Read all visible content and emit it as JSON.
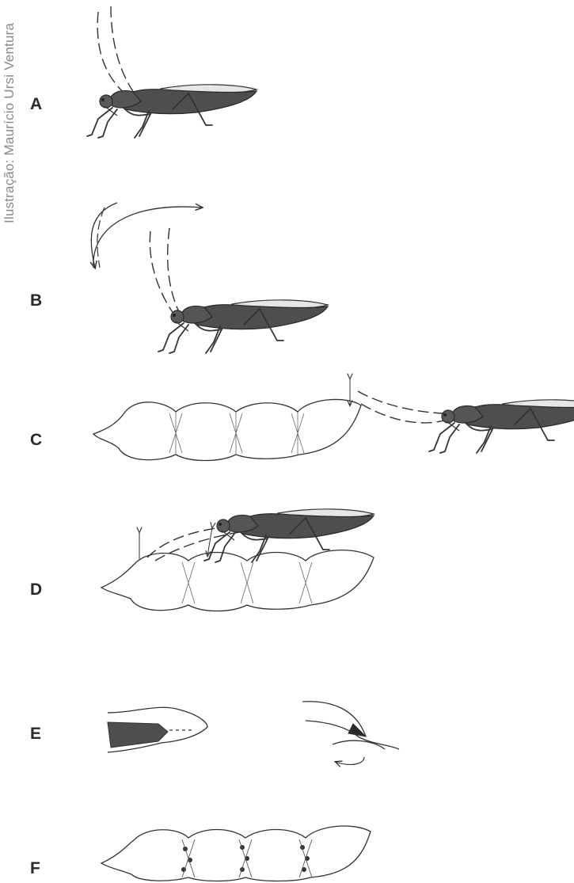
{
  "credit": "Ilustração: Maurício Ursi Ventura",
  "panels": [
    {
      "label": "A"
    },
    {
      "label": "B"
    },
    {
      "label": "C"
    },
    {
      "label": "D"
    },
    {
      "label": "E"
    },
    {
      "label": "F"
    }
  ],
  "colors": {
    "insect_body": "#4e4e4e",
    "wing_highlight": "#e6e6e6",
    "line": "#333333",
    "label": "#2a2a2a",
    "credit": "#8a8a8a"
  }
}
